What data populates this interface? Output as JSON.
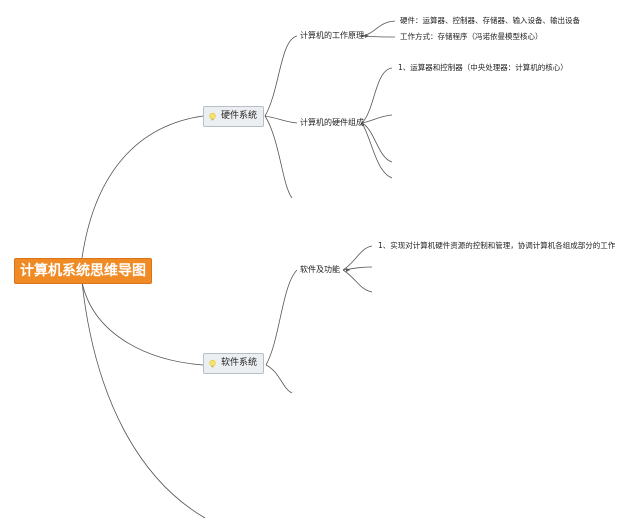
{
  "root": {
    "label": "计算机系统思维导图"
  },
  "hardware": {
    "label": "硬件系统",
    "icon": "lightbulb-icon",
    "principle": {
      "label": "计算机的工作原理",
      "items": [
        "硬件：运算器、控制器、存储器、输入设备、输出设备",
        "工作方式：存储程序（冯诺依曼模型核心）"
      ]
    },
    "composition": {
      "label": "计算机的硬件组成",
      "items": [
        "1、运算器和控制器（中央处理器：计算机的核心）"
      ]
    }
  },
  "software": {
    "label": "软件系统",
    "icon": "lightbulb-icon",
    "function": {
      "label": "软件及功能",
      "items": [
        "1、实现对计算机硬件资源的控制和管理，协调计算机各组成部分的工作"
      ]
    }
  },
  "colors": {
    "root_bg": "#f08a24",
    "branch_line": "#555555",
    "main_bg": "#eceff1"
  }
}
